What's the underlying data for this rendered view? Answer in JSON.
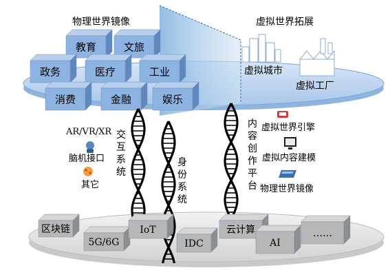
{
  "top_platform": {
    "left_title": "物理世界镜像",
    "right_title": "虚拟世界拓展",
    "industry_blocks": [
      "教育",
      "文旅",
      "政务",
      "医疗",
      "工业",
      "消费",
      "金融",
      "娱乐"
    ],
    "virtual_items": [
      "虚拟城市",
      "虚拟工厂"
    ]
  },
  "interaction": {
    "system_label": "交互系统",
    "devices": [
      "AR/VR/XR",
      "脑机接口",
      "其它"
    ]
  },
  "identity": {
    "system_label": "身份系统"
  },
  "content": {
    "platform_label": "内容创作平台",
    "items": [
      "虚拟世界引擎",
      "虚拟内容建模",
      "物理世界镜像"
    ]
  },
  "base_platform": {
    "blocks": [
      "区块链",
      "5G/6G",
      "IoT",
      "IDC",
      "云计算",
      "AI",
      "……"
    ]
  },
  "colors": {
    "block_front": "#8DB3E2",
    "block_top": "#B8CFEC",
    "block_side": "#5F88BE",
    "disk_top": "#BFD8F3",
    "disk_edge": "#7FA7D6",
    "glass": "#9FC3E4",
    "grey_front": "#B7B7B7",
    "grey_top": "#D6D6D6",
    "grey_side": "#8E8E8E",
    "base_disk": "#E6E6E6",
    "dna_strand": "#000000"
  }
}
